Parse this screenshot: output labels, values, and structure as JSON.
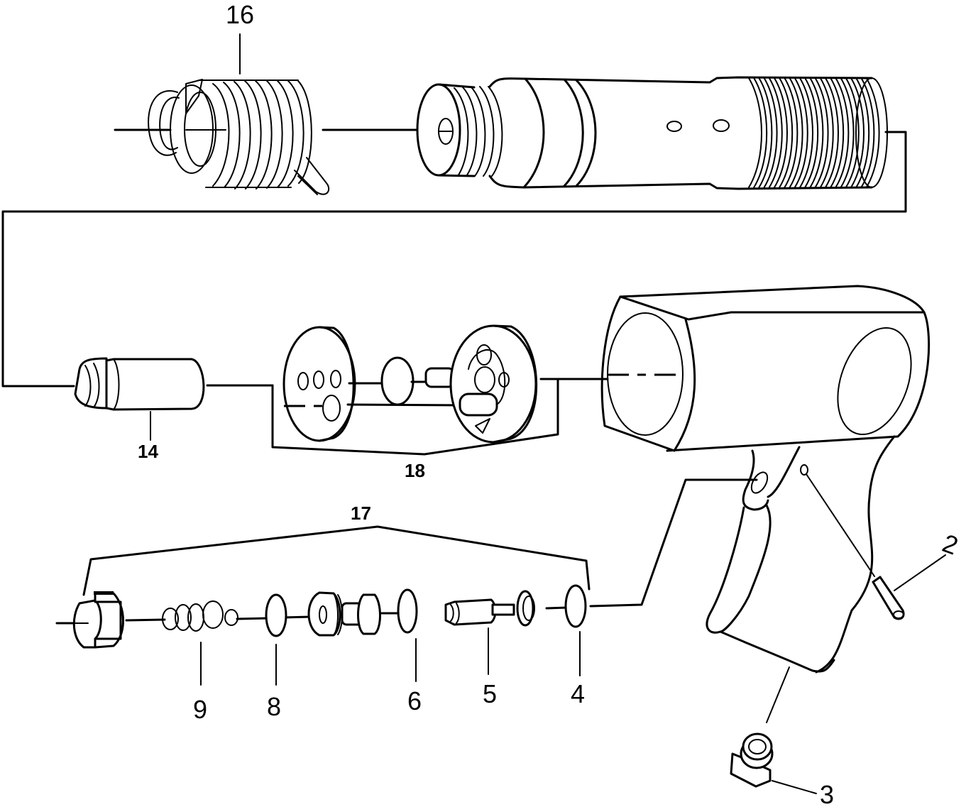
{
  "diagram": {
    "title": "Air hammer exploded parts view",
    "line_color": "#000000",
    "background": "#ffffff",
    "callouts": {
      "spring": "16",
      "piston": "14",
      "valve_assembly": "18",
      "throttle_valve_assembly": "17",
      "spring_9": "9",
      "oring_8": "8",
      "oring_6": "6",
      "valve_pin_5": "5",
      "oring_4": "4",
      "trigger_pin": "2",
      "air_inlet": "3"
    }
  }
}
